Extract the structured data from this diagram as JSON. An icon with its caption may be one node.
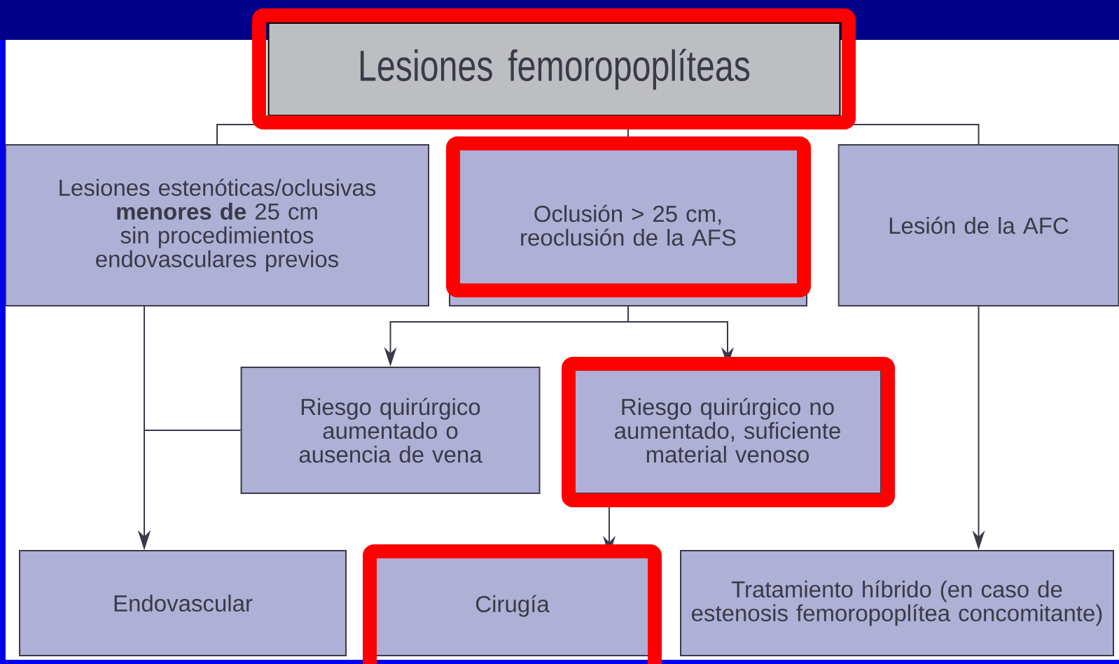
{
  "diagram": {
    "nodes": [
      {
        "text": [
          "Lesiones femoropoplíteas"
        ]
      },
      {
        "text": [
          "Lesiones estenóticas/oclusivas **menores de** 25 cm sin procedimientos endovasculares previos"
        ]
      },
      {
        "text": [
          "Oclusión > 25 cm, reoclusión de la AFS"
        ]
      },
      {
        "text": [
          "Lesión de la AFC"
        ]
      },
      {
        "text": [
          "Riesgo quirúrgico aumentado o ausencia de vena"
        ]
      },
      {
        "text": [
          "Riesgo quirúrgico no aumentado, suficiente material venoso"
        ]
      },
      {
        "text": [
          "Endovascular"
        ]
      },
      {
        "text": [
          "Cirugía"
        ]
      },
      {
        "text": [
          "Tratamiento híbrido (en caso de estenosis femoropoplítea concomitante)"
        ]
      }
    ],
    "edges": [
      {
        "from": 0,
        "to": 1,
        "arrow": "none"
      },
      {
        "from": 0,
        "to": 2,
        "arrow": "none"
      },
      {
        "from": 0,
        "to": 3,
        "arrow": "none"
      },
      {
        "from": 2,
        "to": 4,
        "arrow": "to"
      },
      {
        "from": 2,
        "to": 5,
        "arrow": "to"
      },
      {
        "from": 1,
        "to": 6,
        "arrow": "to"
      },
      {
        "from": 4,
        "to": 6,
        "arrow": "to"
      },
      {
        "from": 5,
        "to": 7,
        "arrow": "to"
      },
      {
        "from": 3,
        "to": 8,
        "arrow": "to"
      }
    ]
  }
}
